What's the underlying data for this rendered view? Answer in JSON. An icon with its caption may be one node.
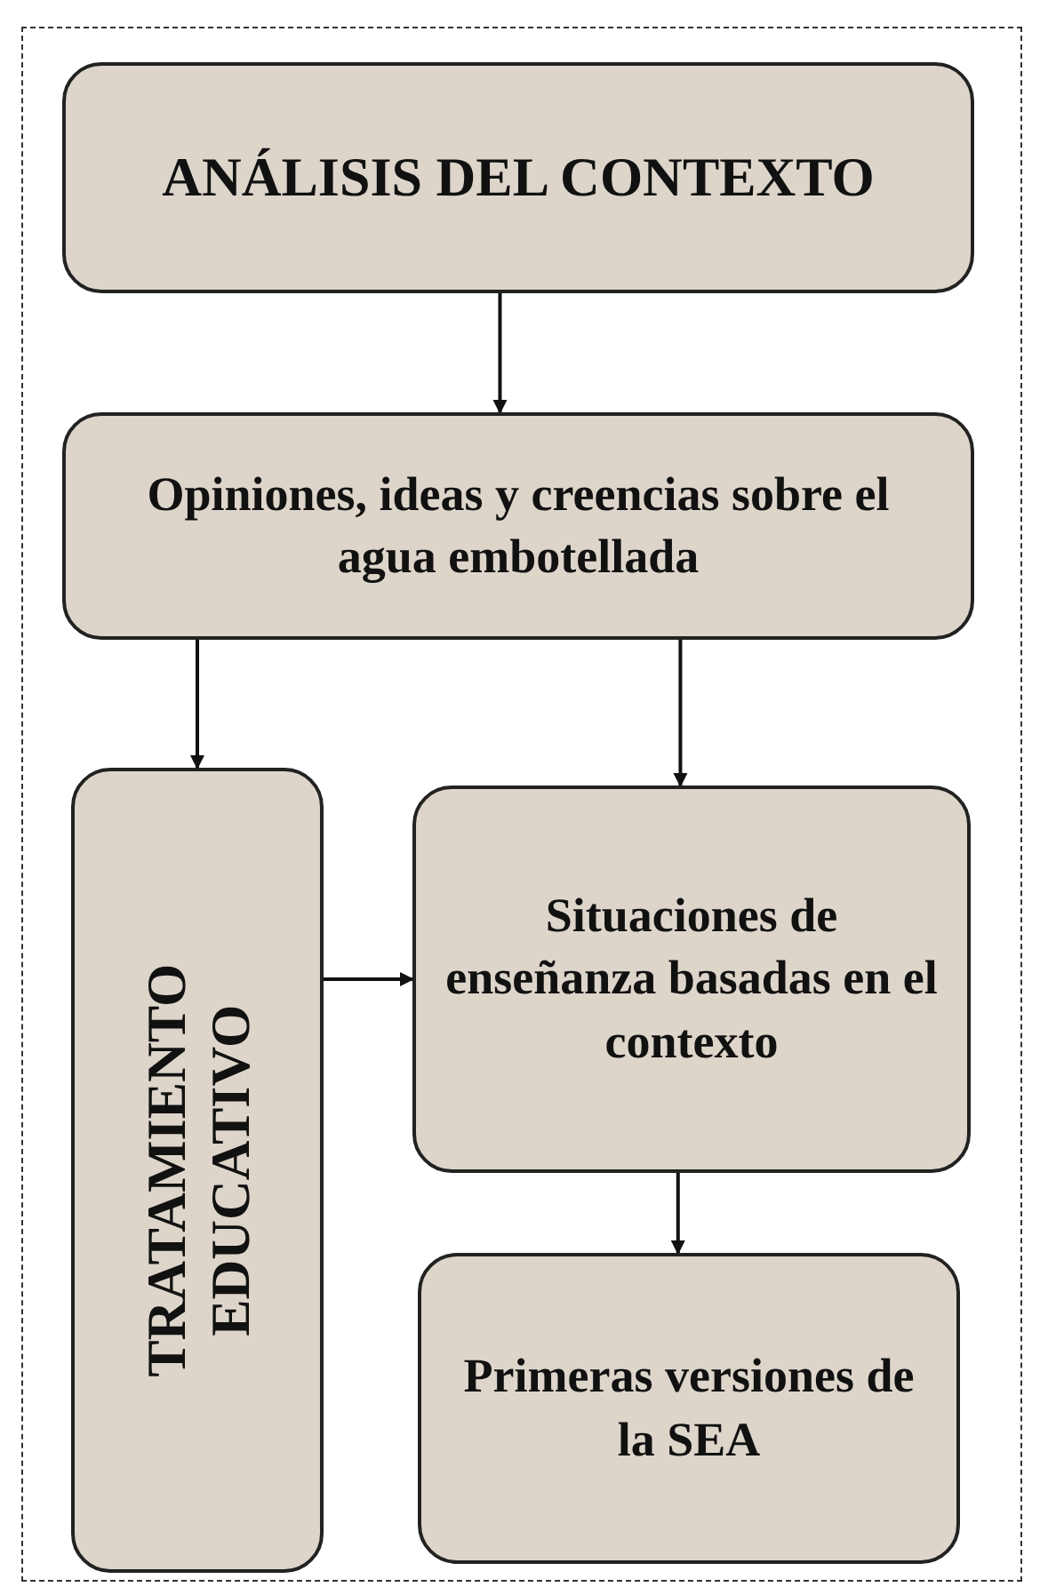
{
  "diagram": {
    "nodes": [
      {
        "text": [
          "ANÁLISIS DEL CONTEXTO"
        ]
      },
      {
        "text": [
          "Opiniones, ideas y creencias sobre el agua embotellada"
        ]
      },
      {
        "text": [
          "TRATAMIENTO EDUCATIVO"
        ]
      },
      {
        "text": [
          "Situaciones de enseñanza basadas en el contexto"
        ]
      },
      {
        "text": [
          "Primeras versiones de la SEA"
        ]
      }
    ],
    "edges": [
      {
        "from": 0,
        "to": 1,
        "arrow": "to"
      },
      {
        "from": 1,
        "to": 2,
        "arrow": "to"
      },
      {
        "from": 1,
        "to": 3,
        "arrow": "to"
      },
      {
        "from": 2,
        "to": 3,
        "arrow": "to"
      },
      {
        "from": 3,
        "to": 4,
        "arrow": "to"
      }
    ]
  }
}
